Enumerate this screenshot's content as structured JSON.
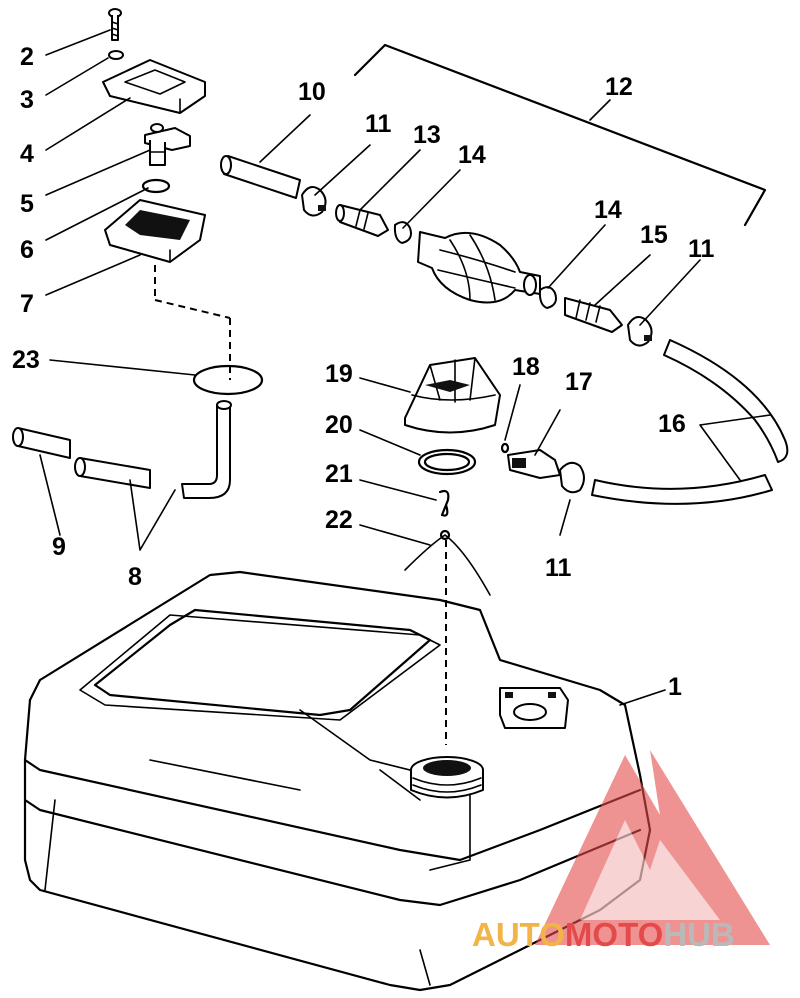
{
  "diagram": {
    "callouts": [
      {
        "id": "c1",
        "text": "1"
      },
      {
        "id": "c2",
        "text": "2"
      },
      {
        "id": "c3",
        "text": "3"
      },
      {
        "id": "c4",
        "text": "4"
      },
      {
        "id": "c5",
        "text": "5"
      },
      {
        "id": "c6",
        "text": "6"
      },
      {
        "id": "c7",
        "text": "7"
      },
      {
        "id": "c8",
        "text": "8"
      },
      {
        "id": "c9",
        "text": "9"
      },
      {
        "id": "c10",
        "text": "10"
      },
      {
        "id": "c11a",
        "text": "11"
      },
      {
        "id": "c11b",
        "text": "11"
      },
      {
        "id": "c11c",
        "text": "11"
      },
      {
        "id": "c12",
        "text": "12"
      },
      {
        "id": "c13",
        "text": "13"
      },
      {
        "id": "c14a",
        "text": "14"
      },
      {
        "id": "c14b",
        "text": "14"
      },
      {
        "id": "c15",
        "text": "15"
      },
      {
        "id": "c16",
        "text": "16"
      },
      {
        "id": "c17",
        "text": "17"
      },
      {
        "id": "c18",
        "text": "18"
      },
      {
        "id": "c19",
        "text": "19"
      },
      {
        "id": "c20",
        "text": "20"
      },
      {
        "id": "c21",
        "text": "21"
      },
      {
        "id": "c22",
        "text": "22"
      },
      {
        "id": "c23",
        "text": "23"
      }
    ]
  },
  "watermark": {
    "part1": "AUTO",
    "part2": "MOTO",
    "part3": "HUB",
    "colors": {
      "auto": "#f2b347",
      "moto": "#e44a4a",
      "hub": "#b9b9b9"
    }
  }
}
